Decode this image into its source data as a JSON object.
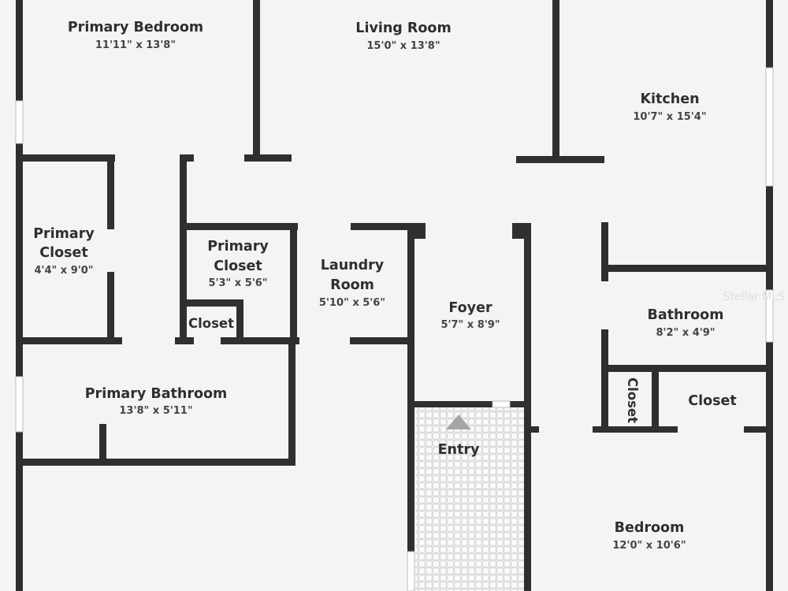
{
  "rooms": {
    "primary_bedroom": {
      "name": "Primary Bedroom",
      "dims": "11'11\" x 13'8\""
    },
    "living_room": {
      "name": "Living Room",
      "dims": "15'0\" x 13'8\""
    },
    "kitchen": {
      "name": "Kitchen",
      "dims": "10'7\" x 15'4\""
    },
    "primary_closet_left": {
      "name_line1": "Primary",
      "name_line2": "Closet",
      "dims": "4'4\" x 9'0\""
    },
    "primary_closet_center": {
      "name_line1": "Primary",
      "name_line2": "Closet",
      "dims": "5'3\" x 5'6\""
    },
    "laundry_room": {
      "name_line1": "Laundry",
      "name_line2": "Room",
      "dims": "5'10\" x 5'6\""
    },
    "foyer": {
      "name": "Foyer",
      "dims": "5'7\" x 8'9\""
    },
    "bathroom": {
      "name": "Bathroom",
      "dims": "8'2\" x 4'9\""
    },
    "closet_small": {
      "name": "Closet"
    },
    "closet_vertical": {
      "name": "Closet"
    },
    "closet_right": {
      "name": "Closet"
    },
    "primary_bathroom": {
      "name": "Primary Bathroom",
      "dims": "13'8\" x 5'11\""
    },
    "entry": {
      "name": "Entry"
    },
    "bedroom": {
      "name": "Bedroom",
      "dims": "12'0\" x 10'6\""
    }
  },
  "watermark": "Stellar MLS",
  "colors": {
    "wall": "#2f2f2f",
    "floor": "#f4f4f4",
    "window": "#ffffff",
    "entry_tile": "#e9e9e9",
    "arrow": "#a6a6a6"
  }
}
